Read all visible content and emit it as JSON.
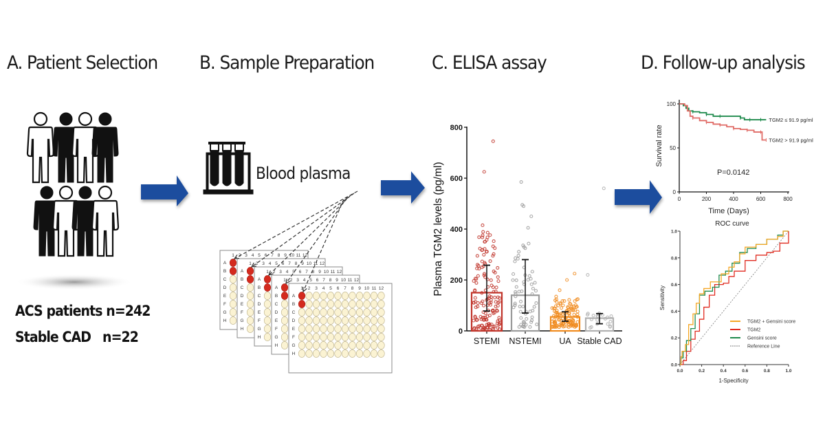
{
  "panels": {
    "a": {
      "title": "A. Patient Selection",
      "counts": [
        "ACS patients n=242",
        "Stable CAD   n=22"
      ]
    },
    "b": {
      "title": "B. Sample Preparation",
      "label": "Blood plasma",
      "plate_columns": [
        "1",
        "2",
        "3",
        "4",
        "5",
        "6",
        "7",
        "8",
        "9",
        "10",
        "11",
        "12"
      ],
      "plate_rows": [
        "A",
        "B",
        "C",
        "D",
        "E",
        "F",
        "G",
        "H"
      ],
      "plate_count": 5,
      "sample_well_color": "#d42a1e",
      "empty_well_color": "#fbf3d3"
    },
    "c": {
      "title": "C. ELISA assay"
    },
    "d": {
      "title": "D. Follow-up analysis"
    }
  },
  "colors": {
    "arrow": "#1f4e9e",
    "stemi": "#c0342a",
    "nstemi": "#9a9a9a",
    "ua": "#f08a1c",
    "stable_cad": "#b0b0b0",
    "surv_low": "#1e8a4c",
    "surv_high": "#e06b66",
    "roc_combined": "#f5a623",
    "roc_tgm2": "#e02a1f",
    "roc_gensini": "#1e8a4c",
    "roc_reference": "#777777"
  },
  "chart_data": [
    {
      "type": "bar",
      "title": "",
      "xlabel": "",
      "ylabel": "Plasma TGM2 levels (pg/ml)",
      "ylim": [
        0,
        800
      ],
      "yticks": [
        0,
        200,
        400,
        600,
        800
      ],
      "categories": [
        "STEMI",
        "NSTEMI",
        "UA",
        "Stable CAD"
      ],
      "values": [
        150,
        140,
        55,
        50
      ],
      "error_low": [
        78,
        70,
        38,
        28
      ],
      "error_high": [
        258,
        280,
        75,
        68
      ],
      "points_annotated": {
        "STEMI_max": [
          745,
          625,
          415
        ],
        "NSTEMI_max": [
          585,
          495,
          490,
          450,
          405
        ],
        "UA_max": [
          225,
          200,
          160,
          135
        ],
        "Stable CAD_max": [
          560,
          220
        ]
      },
      "grid": false
    },
    {
      "type": "line",
      "title": "",
      "xlabel": "Time (Days)",
      "ylabel": "Survival rate",
      "xlim": [
        0,
        800
      ],
      "ylim": [
        0,
        100
      ],
      "xticks": [
        0,
        200,
        400,
        600,
        800
      ],
      "yticks": [
        0,
        50,
        100
      ],
      "annotation": "P=0.0142",
      "series": [
        {
          "name": "TGM2 ≤ 91.9 pg/ml",
          "x": [
            0,
            30,
            50,
            70,
            100,
            150,
            200,
            250,
            300,
            400,
            450,
            480,
            520,
            560,
            600,
            640
          ],
          "y": [
            100,
            98,
            95,
            92,
            91,
            90,
            88,
            86,
            86,
            86,
            84,
            82,
            82,
            82,
            82,
            82
          ]
        },
        {
          "name": "TGM2 > 91.9 pg/ml",
          "x": [
            0,
            40,
            60,
            80,
            100,
            150,
            200,
            250,
            300,
            350,
            400,
            450,
            500,
            550,
            600,
            610,
            640
          ],
          "y": [
            100,
            98,
            92,
            86,
            84,
            81,
            79,
            77,
            76,
            74,
            72,
            71,
            70,
            68,
            68,
            59,
            59
          ]
        }
      ],
      "legend": "right of lines"
    },
    {
      "type": "line",
      "title": "ROC curve",
      "xlabel": "1-Specificity",
      "ylabel": "Sensitivity",
      "xlim": [
        0,
        1
      ],
      "ylim": [
        0,
        1
      ],
      "xticks": [
        0.0,
        0.2,
        0.4,
        0.6,
        0.8,
        1.0
      ],
      "yticks": [
        0.0,
        0.2,
        0.4,
        0.6,
        0.8,
        1.0
      ],
      "series": [
        {
          "name": "TGM2 + Gensini score",
          "x": [
            0,
            0.01,
            0.02,
            0.05,
            0.08,
            0.12,
            0.15,
            0.18,
            0.22,
            0.28,
            0.34,
            0.38,
            0.45,
            0.5,
            0.55,
            0.6,
            0.7,
            0.8,
            0.9,
            0.95,
            1.0
          ],
          "y": [
            0,
            0.06,
            0.1,
            0.15,
            0.3,
            0.38,
            0.46,
            0.53,
            0.57,
            0.62,
            0.62,
            0.68,
            0.73,
            0.77,
            0.83,
            0.88,
            0.9,
            0.94,
            0.96,
            1.0,
            1.0
          ]
        },
        {
          "name": "TGM2",
          "x": [
            0,
            0.03,
            0.06,
            0.1,
            0.14,
            0.18,
            0.22,
            0.27,
            0.32,
            0.4,
            0.45,
            0.5,
            0.6,
            0.7,
            0.8,
            0.86,
            0.92,
            1.0
          ],
          "y": [
            0,
            0.03,
            0.1,
            0.19,
            0.25,
            0.34,
            0.43,
            0.52,
            0.6,
            0.61,
            0.66,
            0.7,
            0.78,
            0.82,
            0.84,
            0.85,
            0.91,
            1.0
          ]
        },
        {
          "name": "Gensini score",
          "x": [
            0,
            0.01,
            0.03,
            0.06,
            0.1,
            0.14,
            0.18,
            0.23,
            0.3,
            0.36,
            0.42,
            0.48,
            0.55,
            0.62,
            0.7,
            0.8,
            0.9,
            0.95,
            1.0
          ],
          "y": [
            0,
            0.05,
            0.1,
            0.18,
            0.27,
            0.38,
            0.52,
            0.55,
            0.58,
            0.67,
            0.7,
            0.76,
            0.84,
            0.87,
            0.9,
            0.94,
            0.97,
            1.0,
            1.0
          ]
        },
        {
          "name": "Reference Line",
          "x": [
            0,
            1
          ],
          "y": [
            0,
            1
          ]
        }
      ],
      "legend": "bottom-right",
      "grid": false
    }
  ]
}
